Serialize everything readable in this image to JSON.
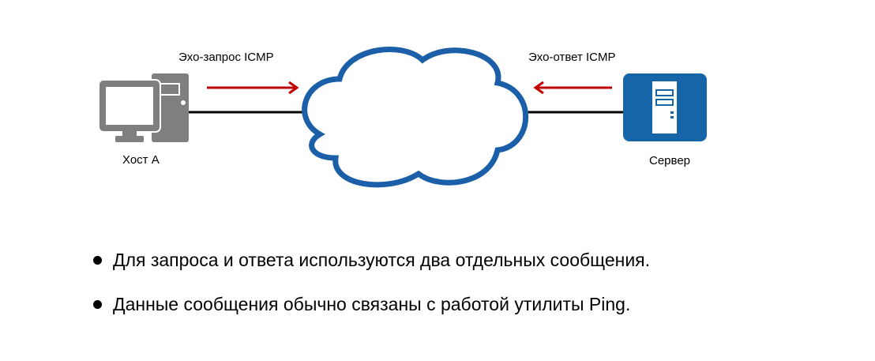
{
  "labels": {
    "request": "Эхо-запрос ICMP",
    "reply": "Эхо-ответ ICMP",
    "host": "Хост A",
    "server": "Сервер"
  },
  "bullets": [
    "Для запроса и ответа используются два отдельных сообщения.",
    "Данные сообщения обычно связаны с работой утилиты Ping."
  ],
  "colors": {
    "arrow": "#c00000",
    "cloud": "#1a5fa8",
    "server": "#1565a8",
    "host": "#7f7f7f"
  }
}
